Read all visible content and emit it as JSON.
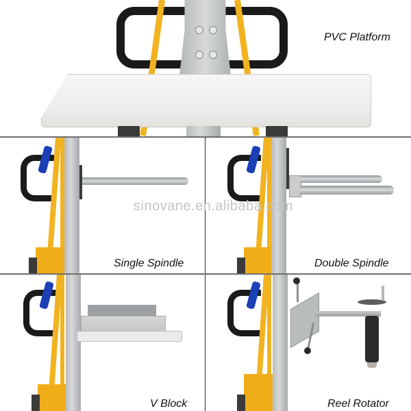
{
  "image": {
    "description": "Product collage of a battery-powered material lifter with interchangeable attachments",
    "watermark": "sinovane.en.alibaba.com"
  },
  "panels": [
    {
      "id": "pvc-platform",
      "label": "PVC Platform"
    },
    {
      "id": "single-spindle",
      "label": "Single Spindle"
    },
    {
      "id": "double-spindle",
      "label": "Double Spindle"
    },
    {
      "id": "v-block",
      "label": "V Block"
    },
    {
      "id": "reel-rotator",
      "label": "Reel Rotator"
    }
  ],
  "colors": {
    "frame_yellow": "#f2b320",
    "handle_black": "#1a1a1a",
    "grip_blue": "#1c3fb6",
    "mast_silver": "#c4c7c8",
    "divider": "#6e6e6e"
  }
}
